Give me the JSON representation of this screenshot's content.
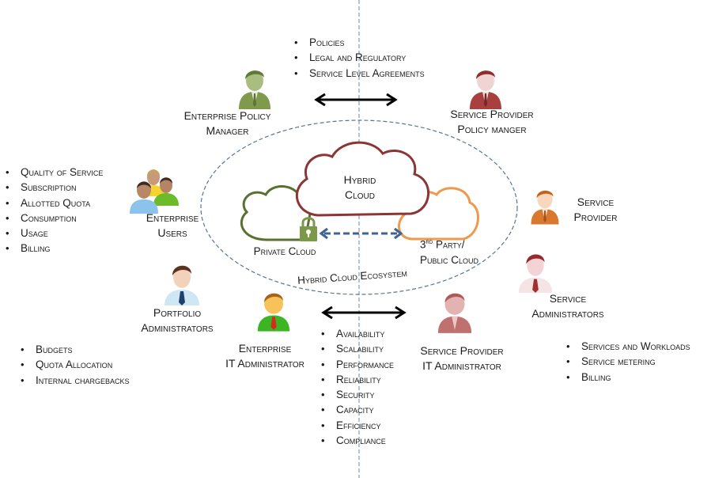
{
  "diagram": {
    "title": "Hybrid Cloud Ecosystem",
    "colors": {
      "private_cloud": "#5a7030",
      "hybrid_cloud": "#8b3535",
      "public_cloud": "#ee9a4d",
      "lock": "#7a9a4a",
      "link_arrow": "#3e6491",
      "ecosystem_border": "#5a7690",
      "divider": "#7d97b8"
    },
    "clouds": {
      "hybrid": {
        "line1": "Hybrid",
        "line2": "Cloud"
      },
      "private": {
        "label": "Private Cloud"
      },
      "public": {
        "line1_prefix": "3",
        "line1_sup": "rd",
        "line1_suffix": " Party/",
        "line2": "Public Cloud"
      },
      "ecosystem_label": "Hybrid Cloud Ecosystem"
    },
    "policy_bullets": [
      "Policies",
      "Legal and Regulatory",
      "Service Level Agreements"
    ],
    "enterprise_user_bullets": [
      "Quality of Service",
      "Subscription",
      "Allotted Quota",
      "Consumption",
      "Usage",
      "Billing"
    ],
    "portfolio_bullets": [
      "Budgets",
      "Quota Allocation",
      "Internal chargebacks"
    ],
    "sla_bullets": [
      "Availability",
      "Scalability",
      "Performance",
      "Reliability",
      "Security",
      "Capacity",
      "Efficiency",
      "Compliance"
    ],
    "service_admin_bullets": [
      "Services and Workloads",
      "Service metering",
      "Billing"
    ],
    "actors": {
      "enterprise_policy_manager": {
        "line1": "Enterprise Policy",
        "line2": "Manager",
        "icon": "person-icon",
        "color": "#7f9a4c"
      },
      "service_provider_policy_manager": {
        "line1": "Service Provider",
        "line2": "Policy manger",
        "icon": "person-icon",
        "color": "#a84040"
      },
      "enterprise_users": {
        "line1": "Enterprise",
        "line2": "Users",
        "icon": "user-group-icon"
      },
      "service_provider": {
        "line1": "Service",
        "line2": "Provider",
        "icon": "person-icon",
        "color": "#d9782e"
      },
      "service_administrators": {
        "line1": "Service",
        "line2": "Administrators",
        "icon": "person-icon",
        "color": "#a33030"
      },
      "portfolio_administrators": {
        "line1": "Portfolio",
        "line2": "Administrators",
        "icon": "person-icon",
        "color": "#1f3f6e"
      },
      "enterprise_it_administrator": {
        "line1": "Enterprise",
        "line2": "IT Administrator",
        "icon": "person-icon",
        "color": "#3cb522"
      },
      "service_provider_it_administrator": {
        "line1": "Service Provider",
        "line2": "IT Administrator",
        "icon": "person-icon",
        "color": "#c0706e"
      }
    }
  }
}
